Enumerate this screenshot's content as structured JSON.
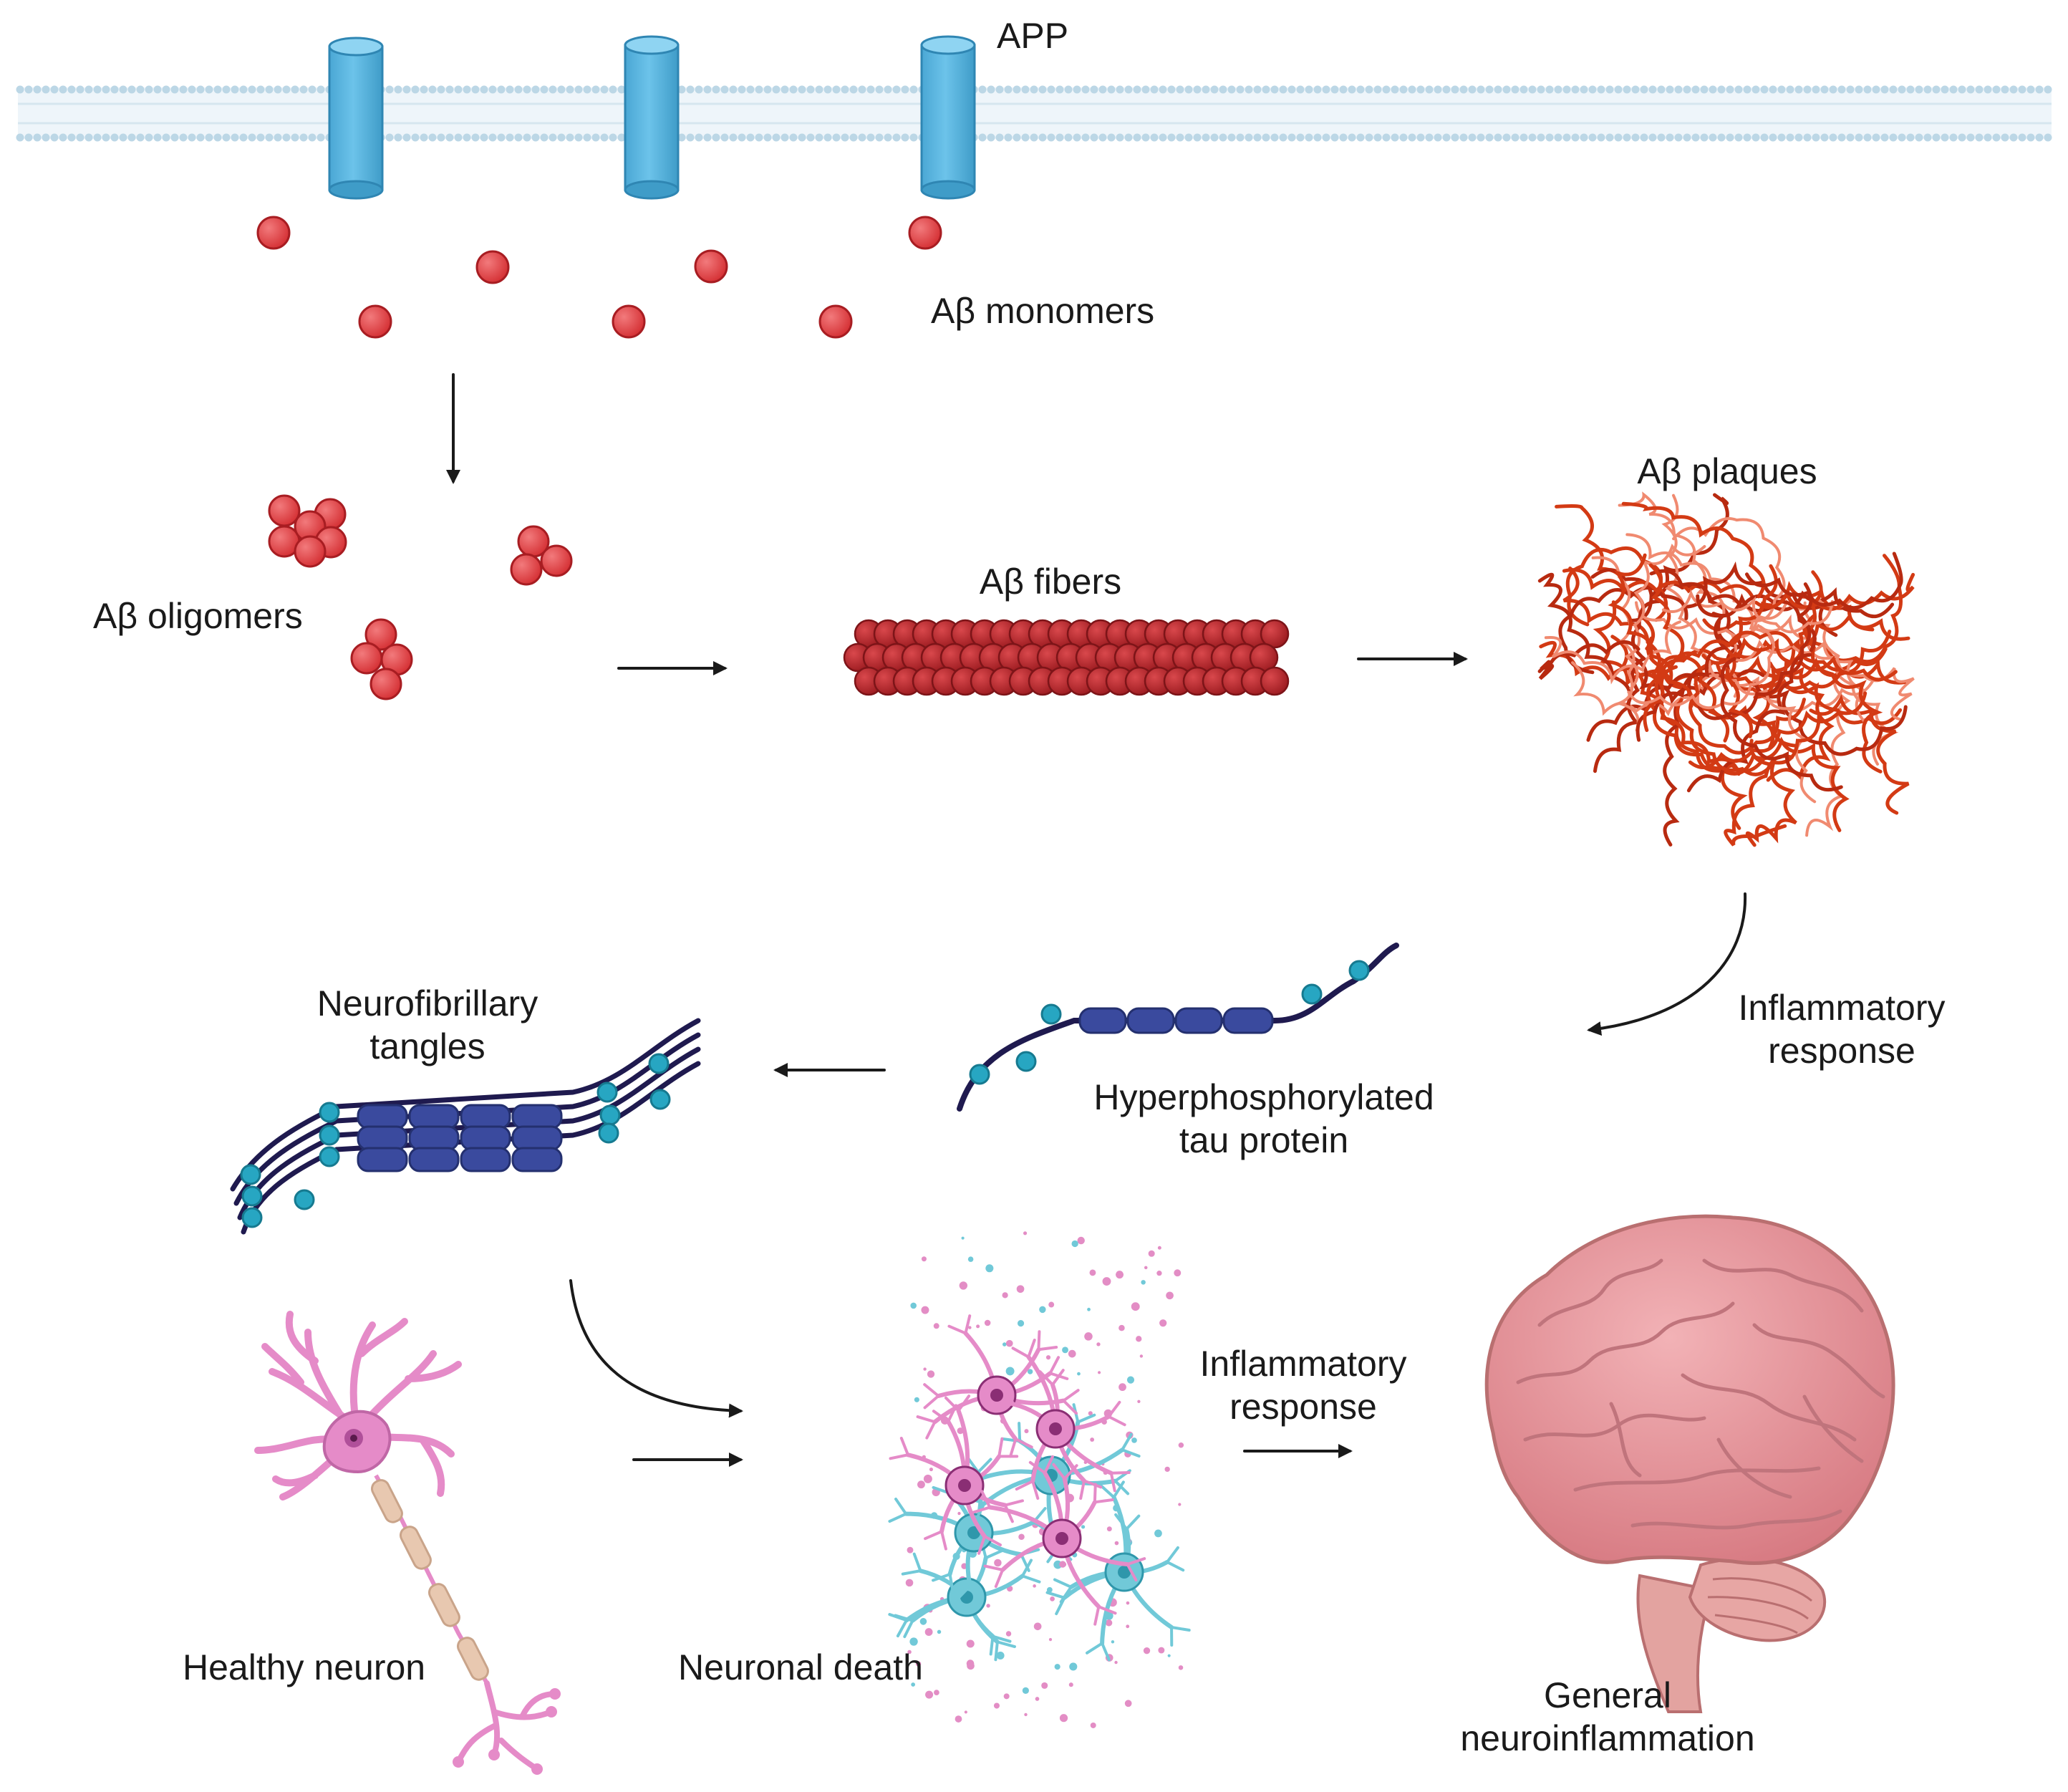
{
  "labels": {
    "app": "APP",
    "ab_monomers": "Aβ monomers",
    "ab_oligomers": "Aβ oligomers",
    "ab_fibers": "Aβ fibers",
    "ab_plaques": "Aβ plaques",
    "inflammatory_response_1": [
      "Inflammatory",
      "response"
    ],
    "hyperphosphorylated_tau": [
      "Hyperphosphorylated",
      "tau protein"
    ],
    "neurofibrillary_tangles": [
      "Neurofibrillary",
      "tangles"
    ],
    "healthy_neuron": "Healthy neuron",
    "neuronal_death": "Neuronal death",
    "inflammatory_response_2": [
      "Inflammatory",
      "response"
    ],
    "general_neuroinflammation": [
      "General",
      "neuroinflammation"
    ]
  },
  "colors": {
    "membrane": "#bcd7e6",
    "app_channel": "#57b3df",
    "monomer": "#e2393d",
    "fiber": "#b32025",
    "plaque": "#d33a14",
    "plaque_light": "#f08a70",
    "tau_chain": "#1f1a4f",
    "tau_block": "#3a4a9e",
    "phosphate": "#27a6c2",
    "neuron_pink": "#e58bc8",
    "astro_cyan": "#71c9d8",
    "myelin": "#e8c8b0",
    "brain": "#e99aa0",
    "arrow": "#1a1a1a"
  }
}
